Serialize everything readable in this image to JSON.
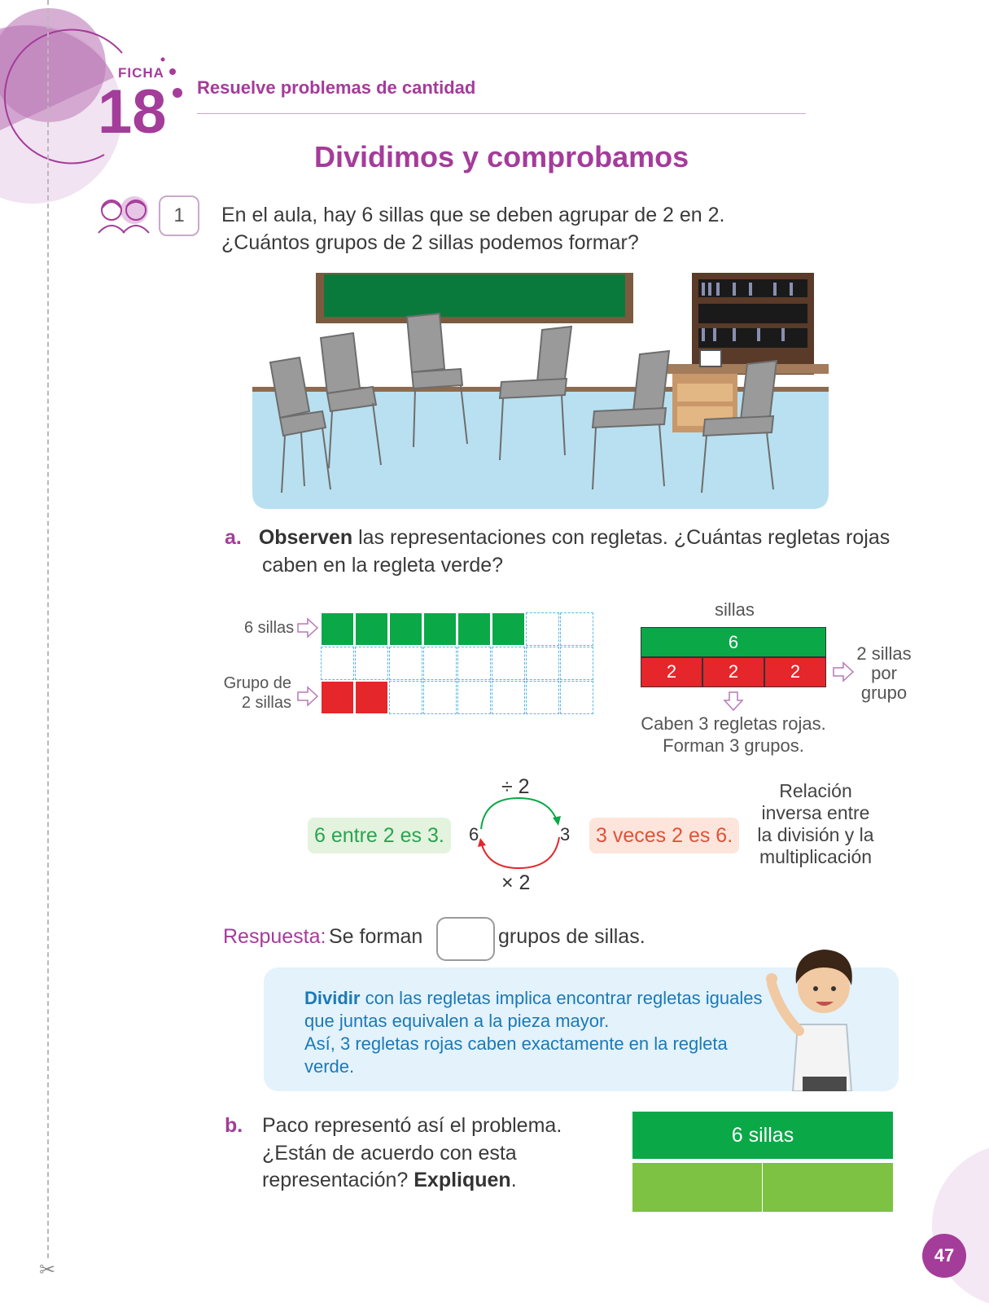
{
  "header": {
    "ficha_label": "FICHA",
    "ficha_number": "18",
    "competency": "Resuelve problemas de cantidad",
    "title": "Dividimos y comprobamos"
  },
  "question1": {
    "number": "1",
    "line1": "En el aula, hay 6 sillas que se deben agrupar de 2 en 2.",
    "line2": "¿Cuántos grupos de 2 sillas podemos formar?"
  },
  "part_a": {
    "letter": "a.",
    "bold": "Observen",
    "rest_line1": " las representaciones con regletas. ¿Cuántas regletas rojas",
    "line2": "caben en la regleta verde?"
  },
  "grid_diagram": {
    "label_top": "6 sillas",
    "label_bottom_1": "Grupo de",
    "label_bottom_2": "2 sillas",
    "green_cells": 6,
    "red_cells": 2,
    "total_columns": 8
  },
  "bar_diagram": {
    "top_label": "sillas",
    "green_value": "6",
    "red_values": [
      "2",
      "2",
      "2"
    ],
    "side_label_1": "2 sillas",
    "side_label_2": "por",
    "side_label_3": "grupo",
    "caption_1": "Caben 3 regletas rojas.",
    "caption_2": "Forman 3 grupos."
  },
  "relation": {
    "division_sentence": "6 entre 2 es 3.",
    "left_number": "6",
    "right_number": "3",
    "top_operator": "÷ 2",
    "bottom_operator": "× 2",
    "multiplication_sentence": "3 veces 2 es 6.",
    "note_1": "Relación",
    "note_2": "inversa entre",
    "note_3": "la división y la",
    "note_4": "multiplicación"
  },
  "answer": {
    "label": "Respuesta:",
    "before": "Se forman",
    "after": "grupos de sillas."
  },
  "hint": {
    "bold": "Dividir",
    "line1_rest": " con las regletas implica encontrar regletas iguales",
    "line2": "que juntas equivalen a la pieza mayor.",
    "line3": "Así, 3 regletas rojas caben exactamente en la regleta",
    "line4": "verde."
  },
  "part_b": {
    "letter": "b.",
    "line1": "Paco representó así el problema.",
    "line2": "¿Están de acuerdo con esta",
    "line3_plain": "representación? ",
    "line3_bold": "Expliquen",
    "line3_end": ".",
    "bar_label": "6 sillas"
  },
  "page_number": "47",
  "colors": {
    "purple": "#a43c9a",
    "green": "#0ba848",
    "light_green": "#7dc242",
    "red": "#e5262b",
    "blue_text": "#1c79b6"
  }
}
